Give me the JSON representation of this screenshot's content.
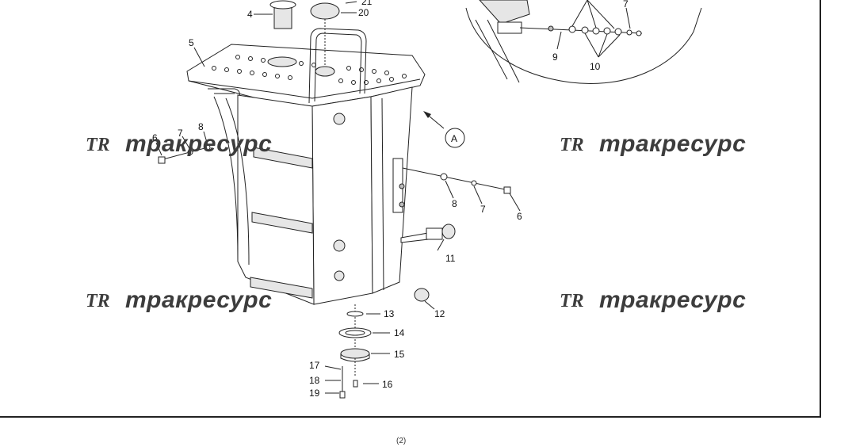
{
  "watermark": {
    "logo": "TR",
    "text": "тракресурс"
  },
  "callouts": {
    "c4": "4",
    "c5": "5",
    "c6a": "6",
    "c6b": "6",
    "c7a": "7",
    "c7b": "7",
    "c7c": "7",
    "c8a": "8",
    "c8b": "8",
    "c9": "9",
    "c10": "10",
    "c11": "11",
    "c12": "12",
    "c13": "13",
    "c14": "14",
    "c15": "15",
    "c16": "16",
    "c17": "17",
    "c18": "18",
    "c19": "19",
    "c20": "20",
    "c21": "21",
    "view_a": "A"
  },
  "page_number": "(2)"
}
